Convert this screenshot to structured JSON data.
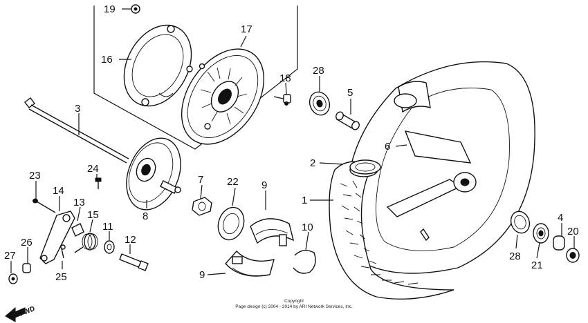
{
  "callouts": {
    "c19": "19",
    "c16": "16",
    "c17": "17",
    "c18": "18",
    "c28a": "28",
    "c5": "5",
    "c3": "3",
    "c24": "24",
    "c6": "6",
    "c2": "2",
    "c23": "23",
    "c14": "14",
    "c13": "13",
    "c15": "15",
    "c8": "8",
    "c7": "7",
    "c22": "22",
    "c9a": "9",
    "c1": "1",
    "c10": "10",
    "c11": "11",
    "c12": "12",
    "c27": "27",
    "c26": "26",
    "c25": "25",
    "c9b": "9",
    "c4": "4",
    "c20": "20",
    "c28b": "28",
    "c21": "21"
  },
  "copyright": {
    "line1": "Copyright",
    "line2": "Page design (c) 2004 - 2014 by ARI Network Services, Inc."
  },
  "fwd_label": "FWD"
}
